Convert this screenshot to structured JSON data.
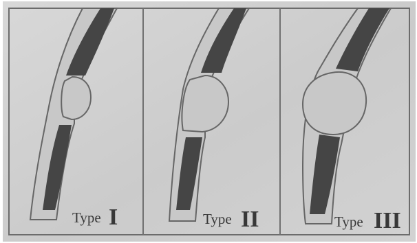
{
  "figure": {
    "panels": [
      {
        "id": "type-1",
        "label_word": "Type",
        "label_numeral": "I"
      },
      {
        "id": "type-2",
        "label_word": "Type",
        "label_numeral": "II"
      },
      {
        "id": "type-3",
        "label_word": "Type",
        "label_numeral": "III"
      }
    ],
    "colors": {
      "paper": "#cdcdcd",
      "paper_light": "#d9d9d9",
      "frame": "#707070",
      "wall": "#c4c4c4",
      "wall_outline": "#6a6a6a",
      "fill_dark": "#454545",
      "text": "#383838"
    }
  }
}
